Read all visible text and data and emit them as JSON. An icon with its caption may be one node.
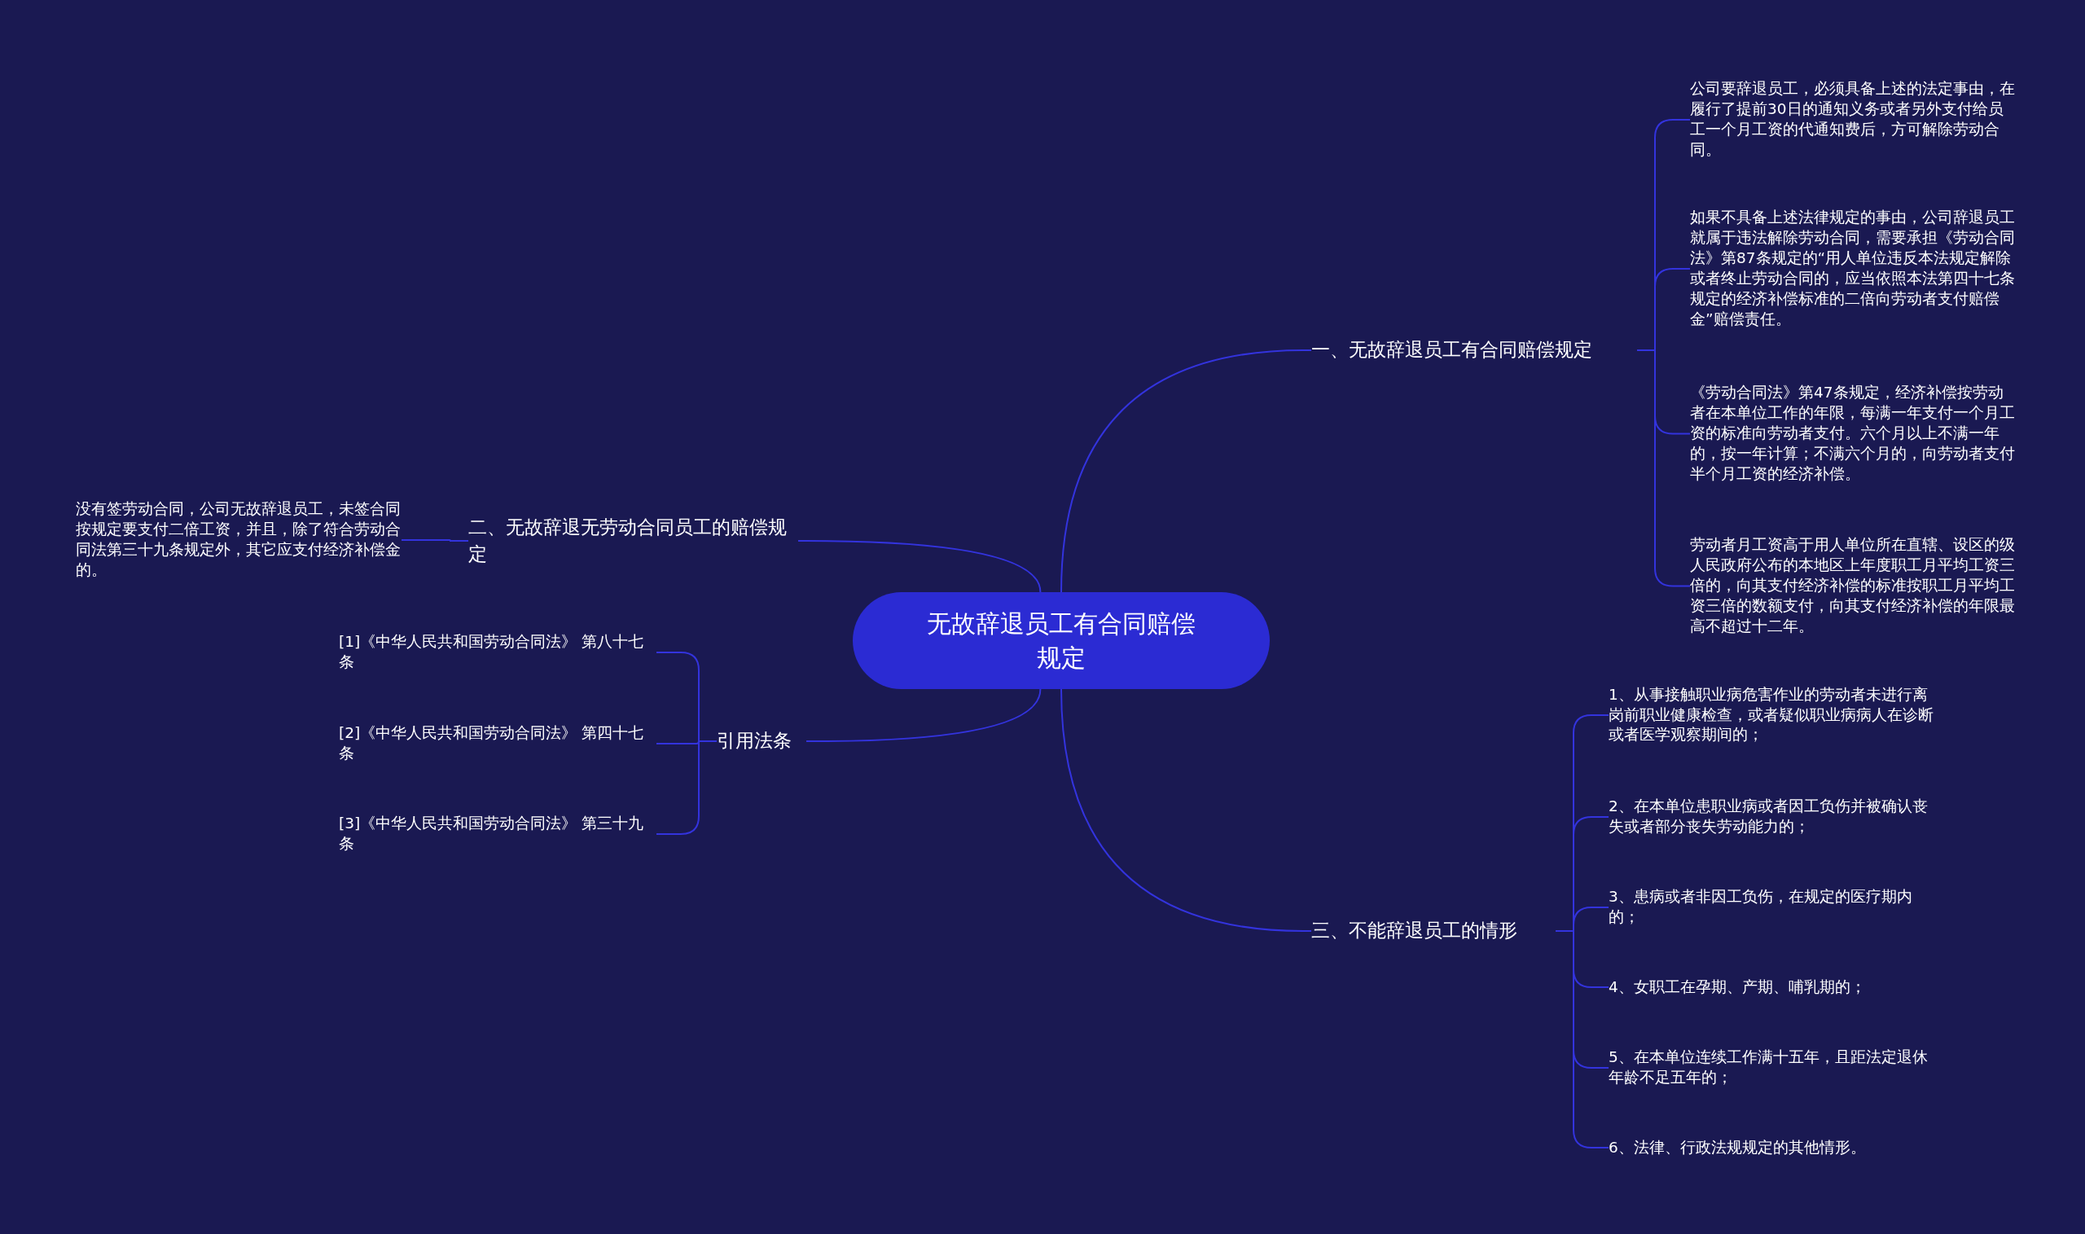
{
  "diagram": {
    "nodes": [
      {
        "text": [
          "无故辞退员工有合同赔偿规定"
        ]
      },
      {
        "text": [
          "一、无故辞退员工有合同赔偿规定"
        ]
      },
      {
        "text": [
          "公司要辞退员工，必须具备上述的法定事由，在履行了提前30日的通知义务或者另外支付给员工一个月工资的代通知费后，方可解除劳动合同。"
        ]
      },
      {
        "text": [
          "如果不具备上述法律规定的事由，公司辞退员工就属于违法解除劳动合同，需要承担《劳动合同法》第87条规定的“用人单位违反本法规定解除或者终止劳动合同的，应当依照本法第四十七条规定的经济补偿标准的二倍向劳动者支付赔偿金”赔偿责任。"
        ]
      },
      {
        "text": [
          "《劳动合同法》第47条规定，经济补偿按劳动者在本单位工作的年限，每满一年支付一个月工资的标准向劳动者支付。六个月以上不满一年的，按一年计算；不满六个月的，向劳动者支付半个月工资的经济补偿。"
        ]
      },
      {
        "text": [
          "劳动者月工资高于用人单位所在直辖、设区的级人民政府公布的本地区上年度职工月平均工资三倍的，向其支付经济补偿的标准按职工月平均工资三倍的数额支付，向其支付经济补偿的年限最高不超过十二年。"
        ]
      },
      {
        "text": [
          "二、无故辞退无劳动合同员工的赔偿规定"
        ]
      },
      {
        "text": [
          "没有签劳动合同，公司无故辞退员工，未签合同按规定要支付二倍工资，并且，除了符合劳动合同法第三十九条规定外，其它应支付经济补偿金的。"
        ]
      },
      {
        "text": [
          "引用法条"
        ]
      },
      {
        "text": [
          "[1]《中华人民共和国劳动合同法》 第八十七条"
        ]
      },
      {
        "text": [
          "[2]《中华人民共和国劳动合同法》 第四十七条"
        ]
      },
      {
        "text": [
          "[3]《中华人民共和国劳动合同法》 第三十九条"
        ]
      },
      {
        "text": [
          "三、不能辞退员工的情形"
        ]
      },
      {
        "text": [
          "1、从事接触职业病危害作业的劳动者未进行离岗前职业健康检查，或者疑似职业病病人在诊断或者医学观察期间的；"
        ]
      },
      {
        "text": [
          "2、在本单位患职业病或者因工负伤并被确认丧失或者部分丧失劳动能力的；"
        ]
      },
      {
        "text": [
          "3、患病或者非因工负伤，在规定的医疗期内的；"
        ]
      },
      {
        "text": [
          "4、女职工在孕期、产期、哺乳期的；"
        ]
      },
      {
        "text": [
          "5、在本单位连续工作满十五年，且距法定退休年龄不足五年的；"
        ]
      },
      {
        "text": [
          "6、法律、行政法规规定的其他情形。"
        ]
      }
    ],
    "edges": [
      {
        "from": 0,
        "to": 1,
        "arrow": "none"
      },
      {
        "from": 1,
        "to": 2,
        "arrow": "none"
      },
      {
        "from": 1,
        "to": 3,
        "arrow": "none"
      },
      {
        "from": 1,
        "to": 4,
        "arrow": "none"
      },
      {
        "from": 1,
        "to": 5,
        "arrow": "none"
      },
      {
        "from": 0,
        "to": 6,
        "arrow": "none"
      },
      {
        "from": 6,
        "to": 7,
        "arrow": "none"
      },
      {
        "from": 0,
        "to": 8,
        "arrow": "none"
      },
      {
        "from": 8,
        "to": 9,
        "arrow": "none"
      },
      {
        "from": 8,
        "to": 10,
        "arrow": "none"
      },
      {
        "from": 8,
        "to": 11,
        "arrow": "none"
      },
      {
        "from": 0,
        "to": 12,
        "arrow": "none"
      },
      {
        "from": 12,
        "to": 13,
        "arrow": "none"
      },
      {
        "from": 12,
        "to": 14,
        "arrow": "none"
      },
      {
        "from": 12,
        "to": 15,
        "arrow": "none"
      },
      {
        "from": 12,
        "to": 16,
        "arrow": "none"
      },
      {
        "from": 12,
        "to": 17,
        "arrow": "none"
      },
      {
        "from": 12,
        "to": 18,
        "arrow": "none"
      }
    ]
  }
}
